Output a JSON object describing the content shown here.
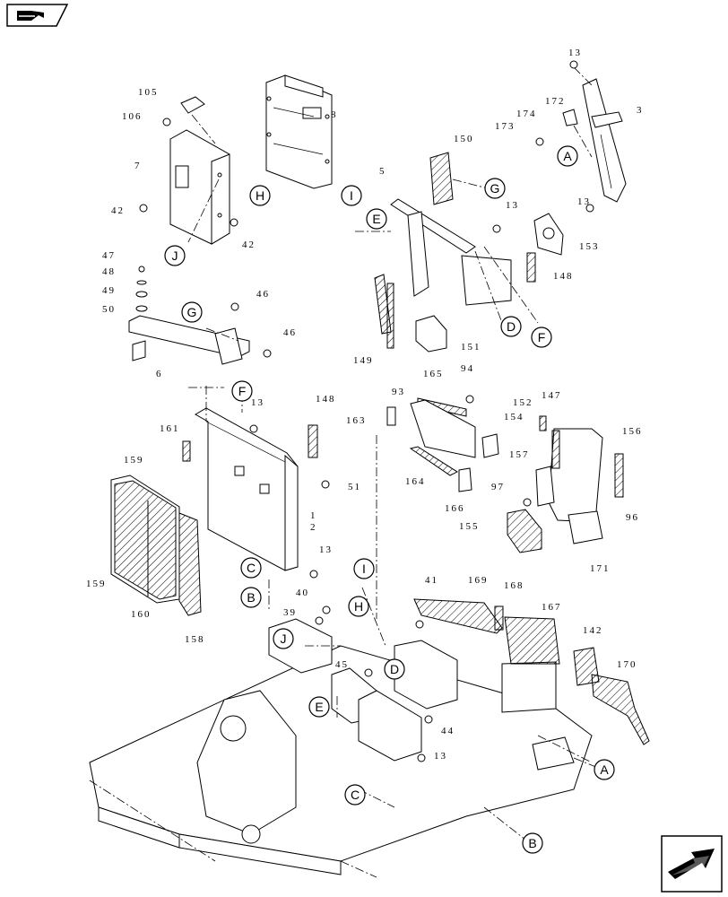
{
  "nav": {
    "top_icon": "book-open-icon",
    "bottom_icon": "next-arrow-icon"
  },
  "parts": [
    {
      "id": "p105",
      "text": "105"
    },
    {
      "id": "p106",
      "text": "106"
    },
    {
      "id": "p8",
      "text": "8"
    },
    {
      "id": "p7",
      "text": "7"
    },
    {
      "id": "p42a",
      "text": "42"
    },
    {
      "id": "p42b",
      "text": "42"
    },
    {
      "id": "p13a",
      "text": "13"
    },
    {
      "id": "p3",
      "text": "3"
    },
    {
      "id": "p172",
      "text": "172"
    },
    {
      "id": "p174",
      "text": "174"
    },
    {
      "id": "p173",
      "text": "173"
    },
    {
      "id": "p13b",
      "text": "13"
    },
    {
      "id": "p150",
      "text": "150"
    },
    {
      "id": "p5",
      "text": "5"
    },
    {
      "id": "p13c",
      "text": "13"
    },
    {
      "id": "p153",
      "text": "153"
    },
    {
      "id": "p148a",
      "text": "148"
    },
    {
      "id": "p47",
      "text": "47"
    },
    {
      "id": "p48",
      "text": "48"
    },
    {
      "id": "p49",
      "text": "49"
    },
    {
      "id": "p50",
      "text": "50"
    },
    {
      "id": "p46a",
      "text": "46"
    },
    {
      "id": "p46b",
      "text": "46"
    },
    {
      "id": "p6",
      "text": "6"
    },
    {
      "id": "p149",
      "text": "149"
    },
    {
      "id": "p151",
      "text": "151"
    },
    {
      "id": "p165",
      "text": "165"
    },
    {
      "id": "p94",
      "text": "94"
    },
    {
      "id": "p93",
      "text": "93"
    },
    {
      "id": "p13d",
      "text": "13"
    },
    {
      "id": "p148b",
      "text": "148"
    },
    {
      "id": "p163",
      "text": "163"
    },
    {
      "id": "p152",
      "text": "152"
    },
    {
      "id": "p147",
      "text": "147"
    },
    {
      "id": "p154",
      "text": "154"
    },
    {
      "id": "p161",
      "text": "161"
    },
    {
      "id": "p156",
      "text": "156"
    },
    {
      "id": "p159a",
      "text": "159"
    },
    {
      "id": "p157",
      "text": "157"
    },
    {
      "id": "p51",
      "text": "51"
    },
    {
      "id": "p164",
      "text": "164"
    },
    {
      "id": "p97",
      "text": "97"
    },
    {
      "id": "p166",
      "text": "166"
    },
    {
      "id": "p96",
      "text": "96"
    },
    {
      "id": "p12a",
      "text": "1"
    },
    {
      "id": "p12b",
      "text": "2"
    },
    {
      "id": "p155",
      "text": "155"
    },
    {
      "id": "p171",
      "text": "171"
    },
    {
      "id": "p13e",
      "text": "13"
    },
    {
      "id": "p41",
      "text": "41"
    },
    {
      "id": "p169",
      "text": "169"
    },
    {
      "id": "p168",
      "text": "168"
    },
    {
      "id": "p167",
      "text": "167"
    },
    {
      "id": "p159b",
      "text": "159"
    },
    {
      "id": "p160",
      "text": "160"
    },
    {
      "id": "p40",
      "text": "40"
    },
    {
      "id": "p39",
      "text": "39"
    },
    {
      "id": "p158",
      "text": "158"
    },
    {
      "id": "p142",
      "text": "142"
    },
    {
      "id": "p170",
      "text": "170"
    },
    {
      "id": "p45",
      "text": "45"
    },
    {
      "id": "p44",
      "text": "44"
    },
    {
      "id": "p13f",
      "text": "13"
    }
  ],
  "callouts": [
    {
      "id": "cA1",
      "text": "A"
    },
    {
      "id": "cG1",
      "text": "G"
    },
    {
      "id": "cE1",
      "text": "E"
    },
    {
      "id": "cH1",
      "text": "H"
    },
    {
      "id": "cI1",
      "text": "I"
    },
    {
      "id": "cJ1",
      "text": "J"
    },
    {
      "id": "cG2",
      "text": "G"
    },
    {
      "id": "cD1",
      "text": "D"
    },
    {
      "id": "cF1",
      "text": "F"
    },
    {
      "id": "cF2",
      "text": "F"
    },
    {
      "id": "cC1",
      "text": "C"
    },
    {
      "id": "cB1",
      "text": "B"
    },
    {
      "id": "cI2",
      "text": "I"
    },
    {
      "id": "cH2",
      "text": "H"
    },
    {
      "id": "cJ2",
      "text": "J"
    },
    {
      "id": "cD2",
      "text": "D"
    },
    {
      "id": "cE2",
      "text": "E"
    },
    {
      "id": "cA2",
      "text": "A"
    },
    {
      "id": "cC2",
      "text": "C"
    },
    {
      "id": "cB2",
      "text": "B"
    }
  ]
}
